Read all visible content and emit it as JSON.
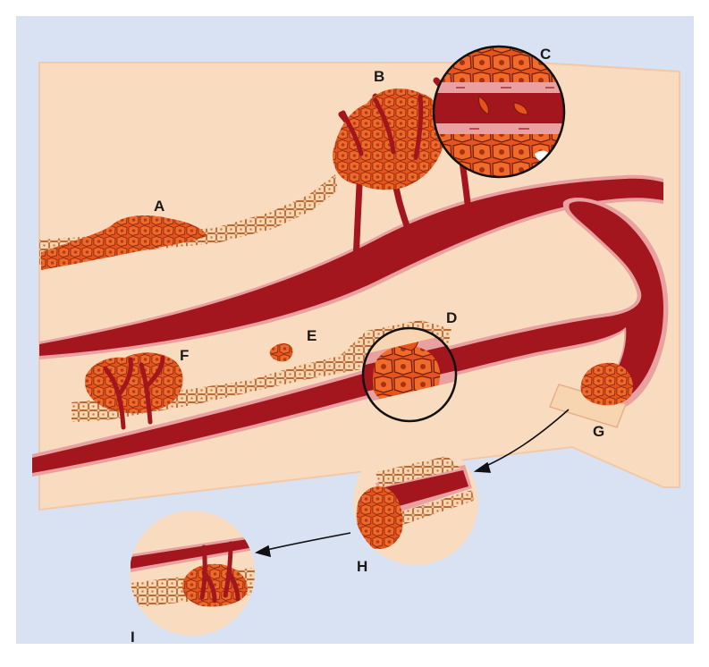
{
  "labels": {
    "a": "A",
    "b": "B",
    "c": "C",
    "d": "D",
    "e": "E",
    "f": "F",
    "g": "G",
    "h": "H",
    "i": "I"
  },
  "colors": {
    "panel_background": "#d9e2f2",
    "tissue": "#f9dcc0",
    "vessel": "#a3161e",
    "vessel_lining": "#e8a0a0",
    "tumor_cells": "#e8531c",
    "normal_cells": "#f3c99d",
    "cell_outline": "#b45a2a"
  }
}
